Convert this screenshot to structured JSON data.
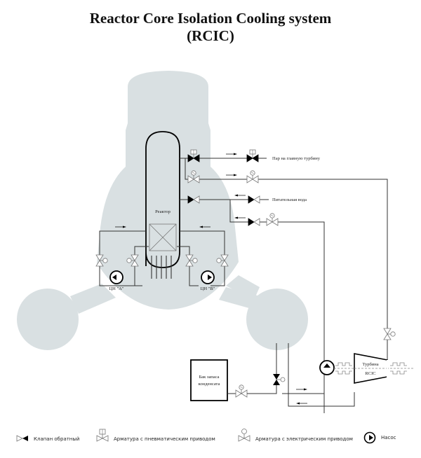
{
  "title": {
    "line1": "Reactor Core Isolation Cooling system",
    "line2": "(RCIC)"
  },
  "colors": {
    "containment": "#d9e0e2",
    "pipe": "#333333",
    "valve_outline": "#777777",
    "ink": "#000000"
  },
  "labels": {
    "reactor": "Реактор",
    "steam_to_turbine": "Пар на главную турбину",
    "feedwater": "Питательная вода",
    "pump_a": "ЦН \"А\"",
    "pump_b": "ЦН \"В\"",
    "tank_line1": "Бак запаса",
    "tank_line2": "конденсата",
    "turbine_line1": "Турбина",
    "turbine_line2": "RCIC"
  },
  "legend": {
    "items": [
      {
        "icon": "check-valve-icon",
        "label": "Клапан обратный"
      },
      {
        "icon": "pneumatic-valve-icon",
        "label": "Арматура с пневматическим приводом"
      },
      {
        "icon": "electric-valve-icon",
        "label": "Арматура с электрическим приводом"
      },
      {
        "icon": "pump-icon",
        "label": "Насос"
      }
    ]
  }
}
